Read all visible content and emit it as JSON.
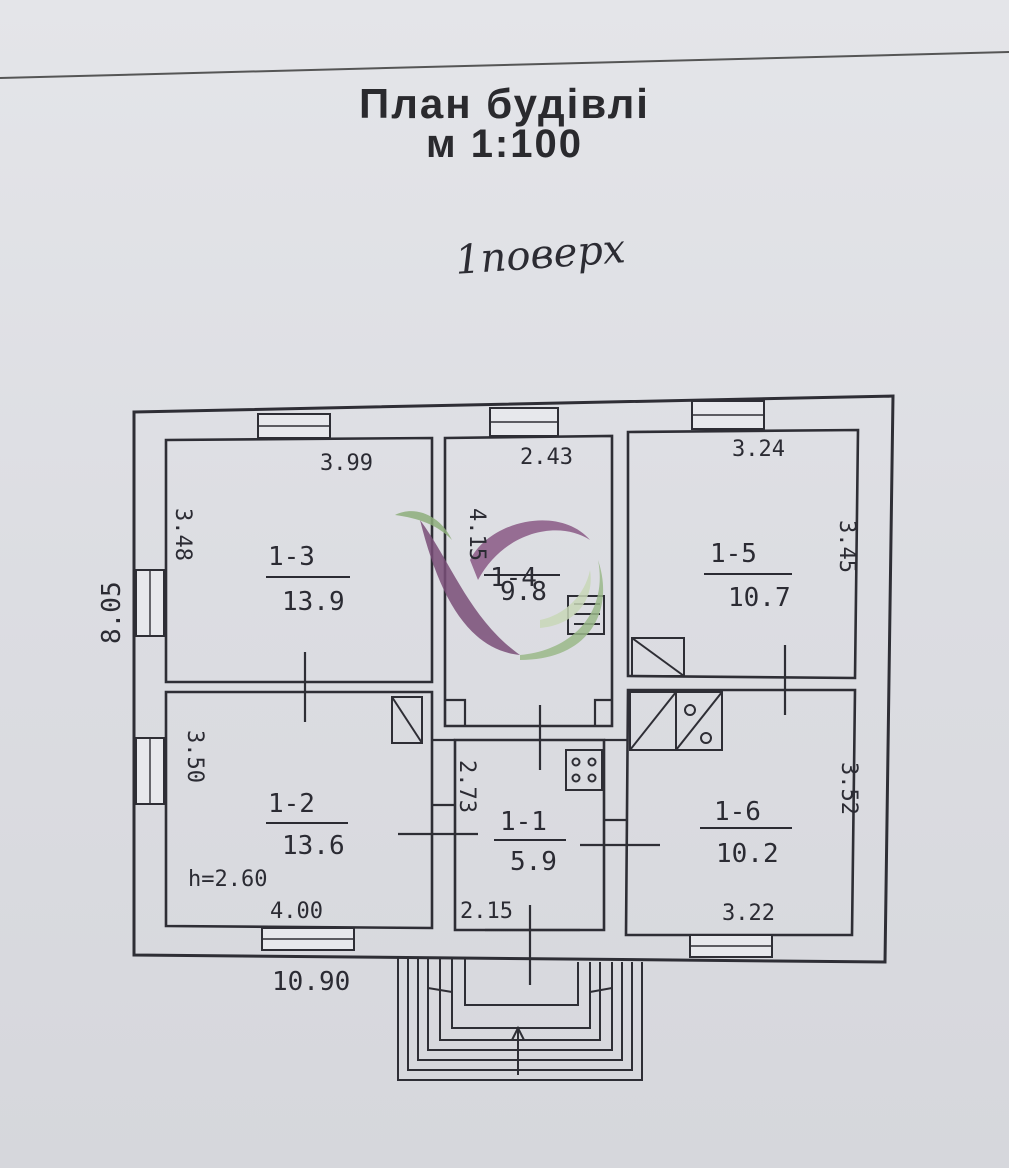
{
  "header": {
    "title": "План будівлі",
    "scale": "м 1:100"
  },
  "floor_label": "1поверх",
  "overall": {
    "width": "10.90",
    "depth": "8.05",
    "height": "h=2.60"
  },
  "rooms": [
    {
      "id": "1-1",
      "area": "5.9",
      "dims": [
        "2.73",
        "2.15"
      ]
    },
    {
      "id": "1-2",
      "area": "13.6",
      "dims": [
        "3.50",
        "4.00"
      ]
    },
    {
      "id": "1-3",
      "area": "13.9",
      "dims": [
        "3.99",
        "3.48"
      ]
    },
    {
      "id": "1-4",
      "area": "9.8",
      "dims": [
        "2.43",
        "4.15"
      ]
    },
    {
      "id": "1-5",
      "area": "10.7",
      "dims": [
        "3.24",
        "3.45"
      ]
    },
    {
      "id": "1-6",
      "area": "10.2",
      "dims": [
        "3.52",
        "3.22"
      ]
    }
  ]
}
